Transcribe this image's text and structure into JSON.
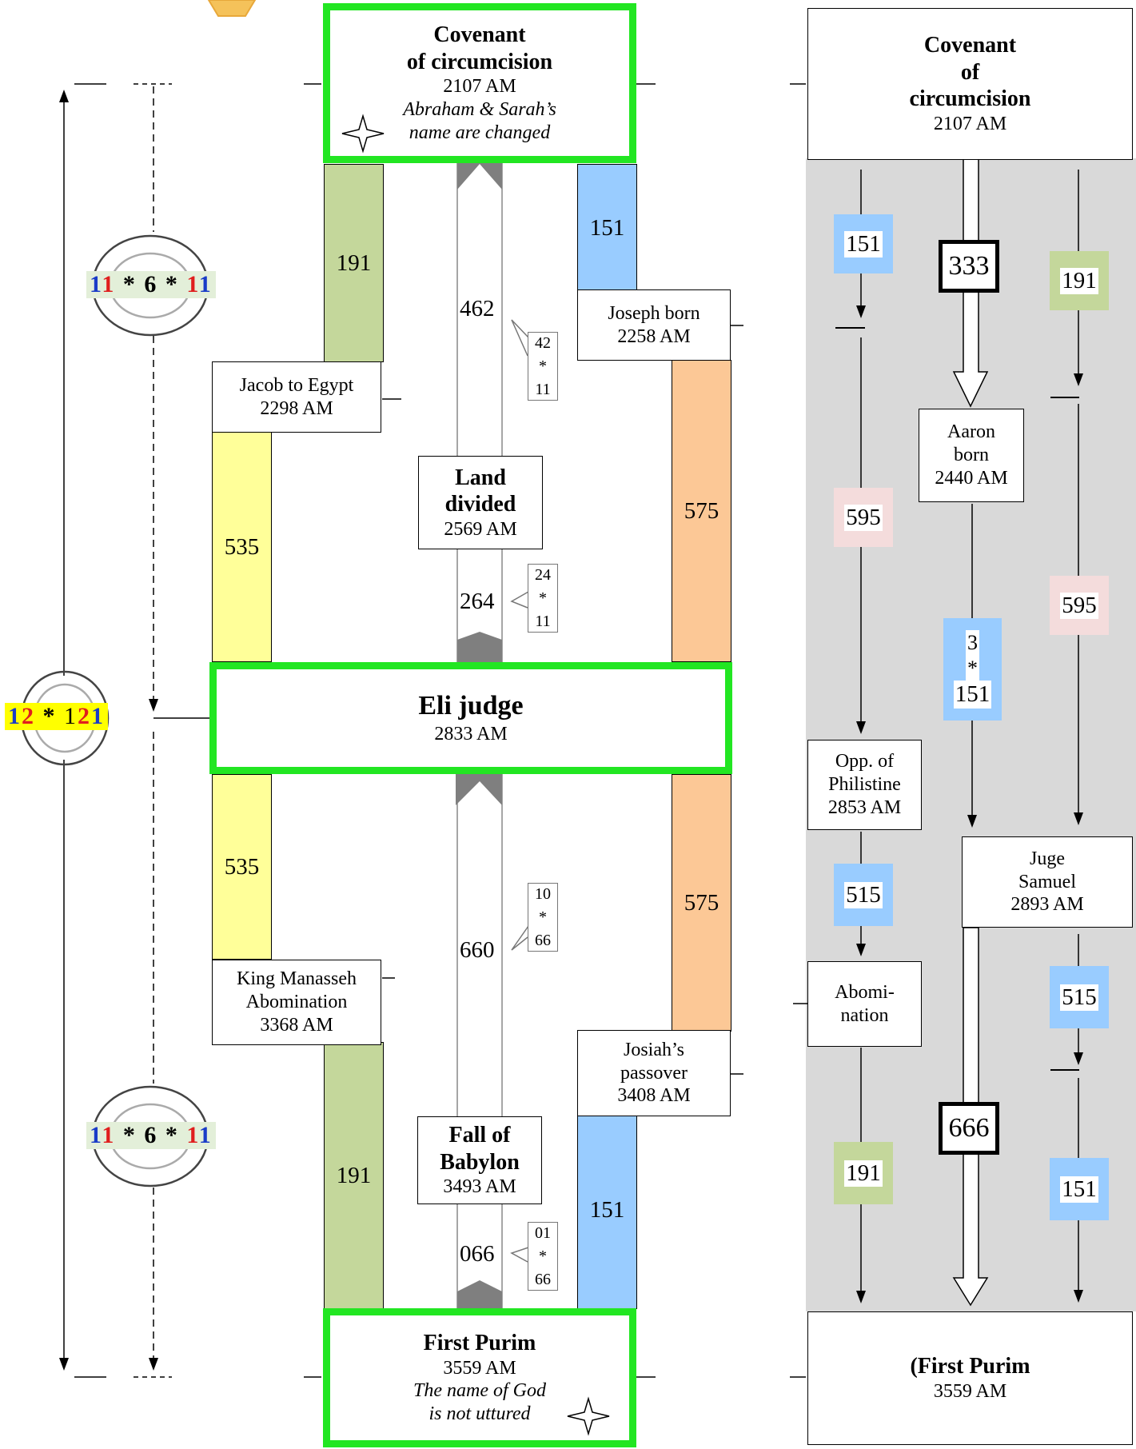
{
  "palette": {
    "green_border": "#22e622",
    "olive": "#c4d79b",
    "blue": "#99ccff",
    "yellow": "#ffff99",
    "orange": "#fcc896",
    "pink": "#f4dcdc",
    "grey_panel": "#d9d9d9",
    "arrow_grey": "#7f7f7f",
    "seq_blue": "#1a3cc8",
    "seq_red": "#e01e1e",
    "seq_highlight": "#ffff00",
    "seq_bg_green": "#e3efd9"
  },
  "left_axis": {
    "top_sequence": [
      "1",
      "1",
      "*",
      "6",
      "*",
      "1",
      "1"
    ],
    "middle_sequence": [
      "1",
      "2",
      "*",
      "1",
      "2",
      "1"
    ],
    "bottom_sequence": [
      "1",
      "1",
      "*",
      "6",
      "*",
      "1",
      "1"
    ]
  },
  "center": {
    "covenant": {
      "title": "Covenant\nof circumcision",
      "date": "2107 AM",
      "note1": "Abraham & Sarah’s",
      "note2": "name are changed",
      "star_icon": "four-point-star"
    },
    "jacob": {
      "label": "Jacob to Egypt",
      "date": "2298 AM"
    },
    "joseph": {
      "label": "Joseph born",
      "date": "2258 AM"
    },
    "land": {
      "title": "Land\ndivided",
      "date": "2569 AM"
    },
    "eli": {
      "title": "Eli judge",
      "date": "2833 AM"
    },
    "manasseh": {
      "label1": "King Manasseh",
      "label2": "Abomination",
      "date": "3368 AM"
    },
    "josiah": {
      "label1": "Josiah’s",
      "label2": "passover",
      "date": "3408 AM"
    },
    "babylon": {
      "title": "Fall of\nBabylon",
      "date": "3493 AM"
    },
    "purim": {
      "title": "First Purim",
      "date": "3559 AM",
      "note1": "The name of God",
      "note2": "is not uttured",
      "star_icon": "four-point-star"
    },
    "bars": {
      "olive_top": "191",
      "blue_top": "151",
      "yellow_top": "535",
      "orange_top": "575",
      "yellow_bottom": "535",
      "orange_bottom": "575",
      "olive_bottom": "191",
      "blue_bottom": "151"
    },
    "shaft": {
      "a": "462",
      "b": "264",
      "c": "660",
      "d": "066"
    },
    "callouts": {
      "c1": [
        "42",
        "*",
        "11"
      ],
      "c2": [
        "24",
        "*",
        "11"
      ],
      "c3": [
        "10",
        "*",
        "66"
      ],
      "c4": [
        "01",
        "*",
        "66"
      ]
    }
  },
  "right": {
    "covenant": {
      "title": "Covenant\nof\ncircumcision",
      "date": "2107 AM"
    },
    "aaron": {
      "label": "Aaron\nborn",
      "date": "2440 AM"
    },
    "opp": {
      "label": "Opp. of\nPhilistine",
      "date": "2853 AM"
    },
    "samuel": {
      "label": "Juge\nSamuel",
      "date": "2893 AM"
    },
    "abom": {
      "label": "Abomi-\nnation"
    },
    "purim": {
      "title": "(First Purim",
      "date": "3559 AM"
    },
    "tags": {
      "t151a": "151",
      "t191a": "191",
      "t595a": "595",
      "t595b": "595",
      "t3": "3",
      "tstar": "*",
      "t151b": "151",
      "t515a": "515",
      "t515b": "515",
      "t191b": "191",
      "t151c": "151"
    },
    "big": {
      "b333": "333",
      "b666": "666"
    }
  }
}
